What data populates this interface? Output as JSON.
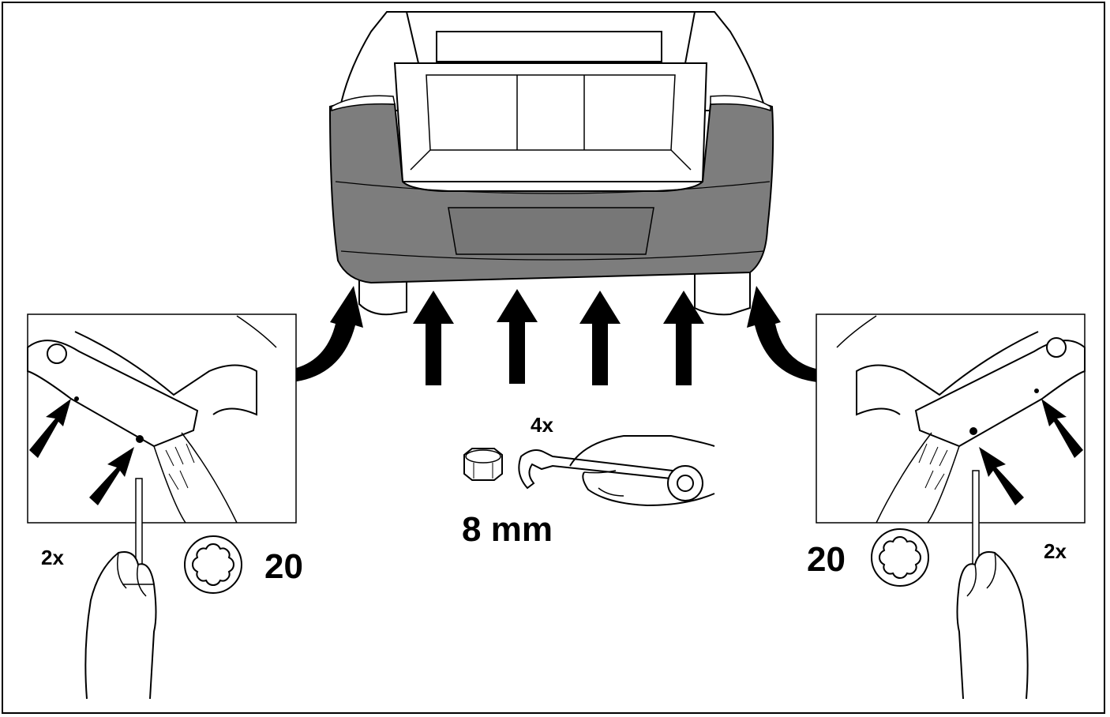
{
  "labels": {
    "left_count": "2x",
    "left_torx_size": "20",
    "center_count": "4x",
    "center_wrench_size": "8 mm",
    "right_count": "2x",
    "right_torx_size": "20"
  },
  "colors": {
    "bumper": "#7d7d7d",
    "line": "#000000",
    "fill": "#ffffff",
    "arrow": "#000000"
  },
  "icons": {
    "torx_socket": "torx-icon",
    "nut": "hex-nut-icon",
    "wrench": "combination-wrench-icon",
    "screwdriver": "screwdriver-icon"
  }
}
